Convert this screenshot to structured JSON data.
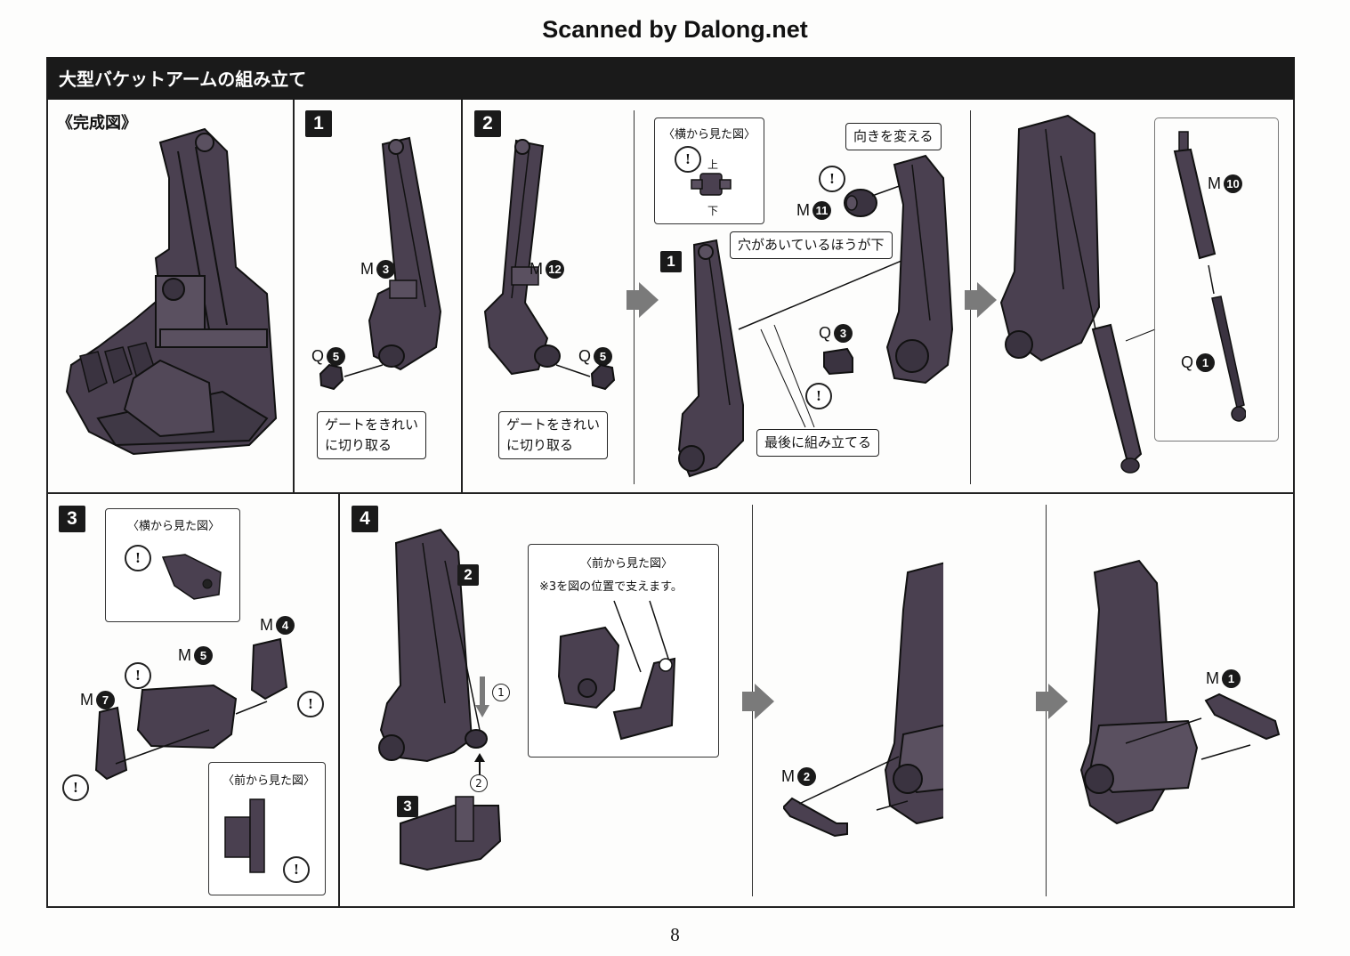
{
  "scan_credit": "Scanned by Dalong.net",
  "section_title": "大型バケットアームの組み立て",
  "completed_label": "《完成図》",
  "steps": {
    "s1": "1",
    "s2": "2",
    "s3": "3",
    "s4": "4",
    "ref1": "1",
    "ref2": "2",
    "ref3": "3"
  },
  "parts": {
    "m3": {
      "prefix": "M",
      "num": "3"
    },
    "q5a": {
      "prefix": "Q",
      "num": "5"
    },
    "m12": {
      "prefix": "M",
      "num": "12"
    },
    "q5b": {
      "prefix": "Q",
      "num": "5"
    },
    "m11": {
      "prefix": "M",
      "num": "11"
    },
    "q3": {
      "prefix": "Q",
      "num": "3"
    },
    "m10": {
      "prefix": "M",
      "num": "10"
    },
    "q1": {
      "prefix": "Q",
      "num": "1"
    },
    "m4": {
      "prefix": "M",
      "num": "4"
    },
    "m5": {
      "prefix": "M",
      "num": "5"
    },
    "m7": {
      "prefix": "M",
      "num": "7"
    },
    "m2": {
      "prefix": "M",
      "num": "2"
    },
    "m1": {
      "prefix": "M",
      "num": "1"
    }
  },
  "callouts": {
    "gate_line1": "ゲートをきれい",
    "gate_line2": "に切り取る",
    "gate2_line1": "ゲートをきれい",
    "gate2_line2": "に切り取る",
    "change_direction": "向きを変える",
    "hole_down": "穴があいているほうが下",
    "assemble_last": "最後に組み立てる"
  },
  "views": {
    "side_view_1": "〈横から見た図〉",
    "up": "上",
    "down": "下",
    "side_view_2": "〈横から見た図〉",
    "front_view_1": "〈前から見た図〉",
    "front_view_2": "〈前から見た図〉",
    "front_note": "※3を図の位置で支えます。"
  },
  "order_marks": {
    "o1": "1",
    "o2": "2"
  },
  "warn_symbol": "!",
  "page_number": "8"
}
